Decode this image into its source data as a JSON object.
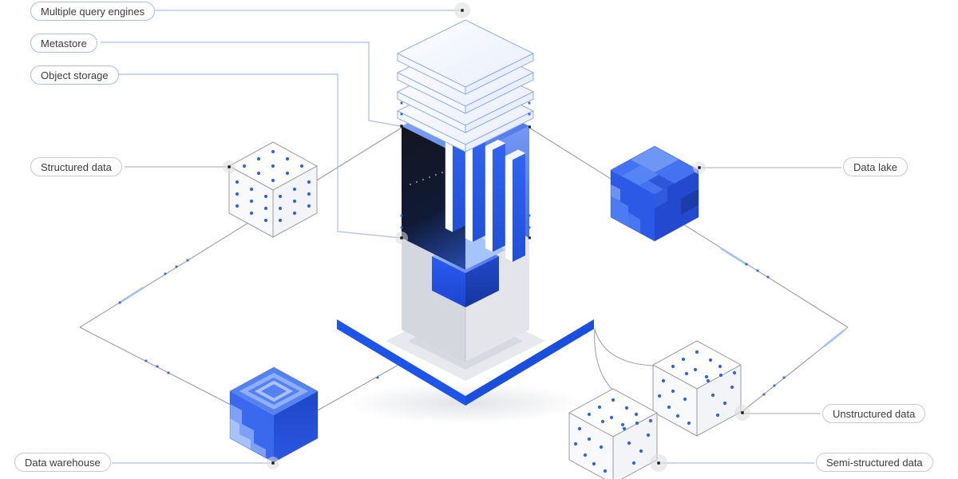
{
  "diagram": {
    "title": "Data lakehouse isometric architecture diagram",
    "labels": [
      {
        "id": "multiple-query-engines",
        "text": "Multiple query engines",
        "connector": "blue"
      },
      {
        "id": "metastore",
        "text": "Metastore",
        "connector": "blue"
      },
      {
        "id": "object-storage",
        "text": "Object storage",
        "connector": "blue"
      },
      {
        "id": "structured-data",
        "text": "Structured data",
        "connector": "gray"
      },
      {
        "id": "data-lake",
        "text": "Data lake",
        "connector": "gray"
      },
      {
        "id": "data-warehouse",
        "text": "Data warehouse",
        "connector": "blue"
      },
      {
        "id": "unstructured-data",
        "text": "Unstructured data",
        "connector": "gray"
      },
      {
        "id": "semi-structured-data",
        "text": "Semi-structured data",
        "connector": "blue"
      }
    ],
    "colors": {
      "accent_blue": "#2a5ce8",
      "platform_blue": "#1c55e8",
      "dark_face": "#14161f",
      "dot_blue": "#2d63ee",
      "line_gray": "#9a9ca0",
      "label_border_blue": "#a6bdf5",
      "label_border_gray": "#c7c9cd",
      "label_text": "#3b3b40"
    }
  }
}
